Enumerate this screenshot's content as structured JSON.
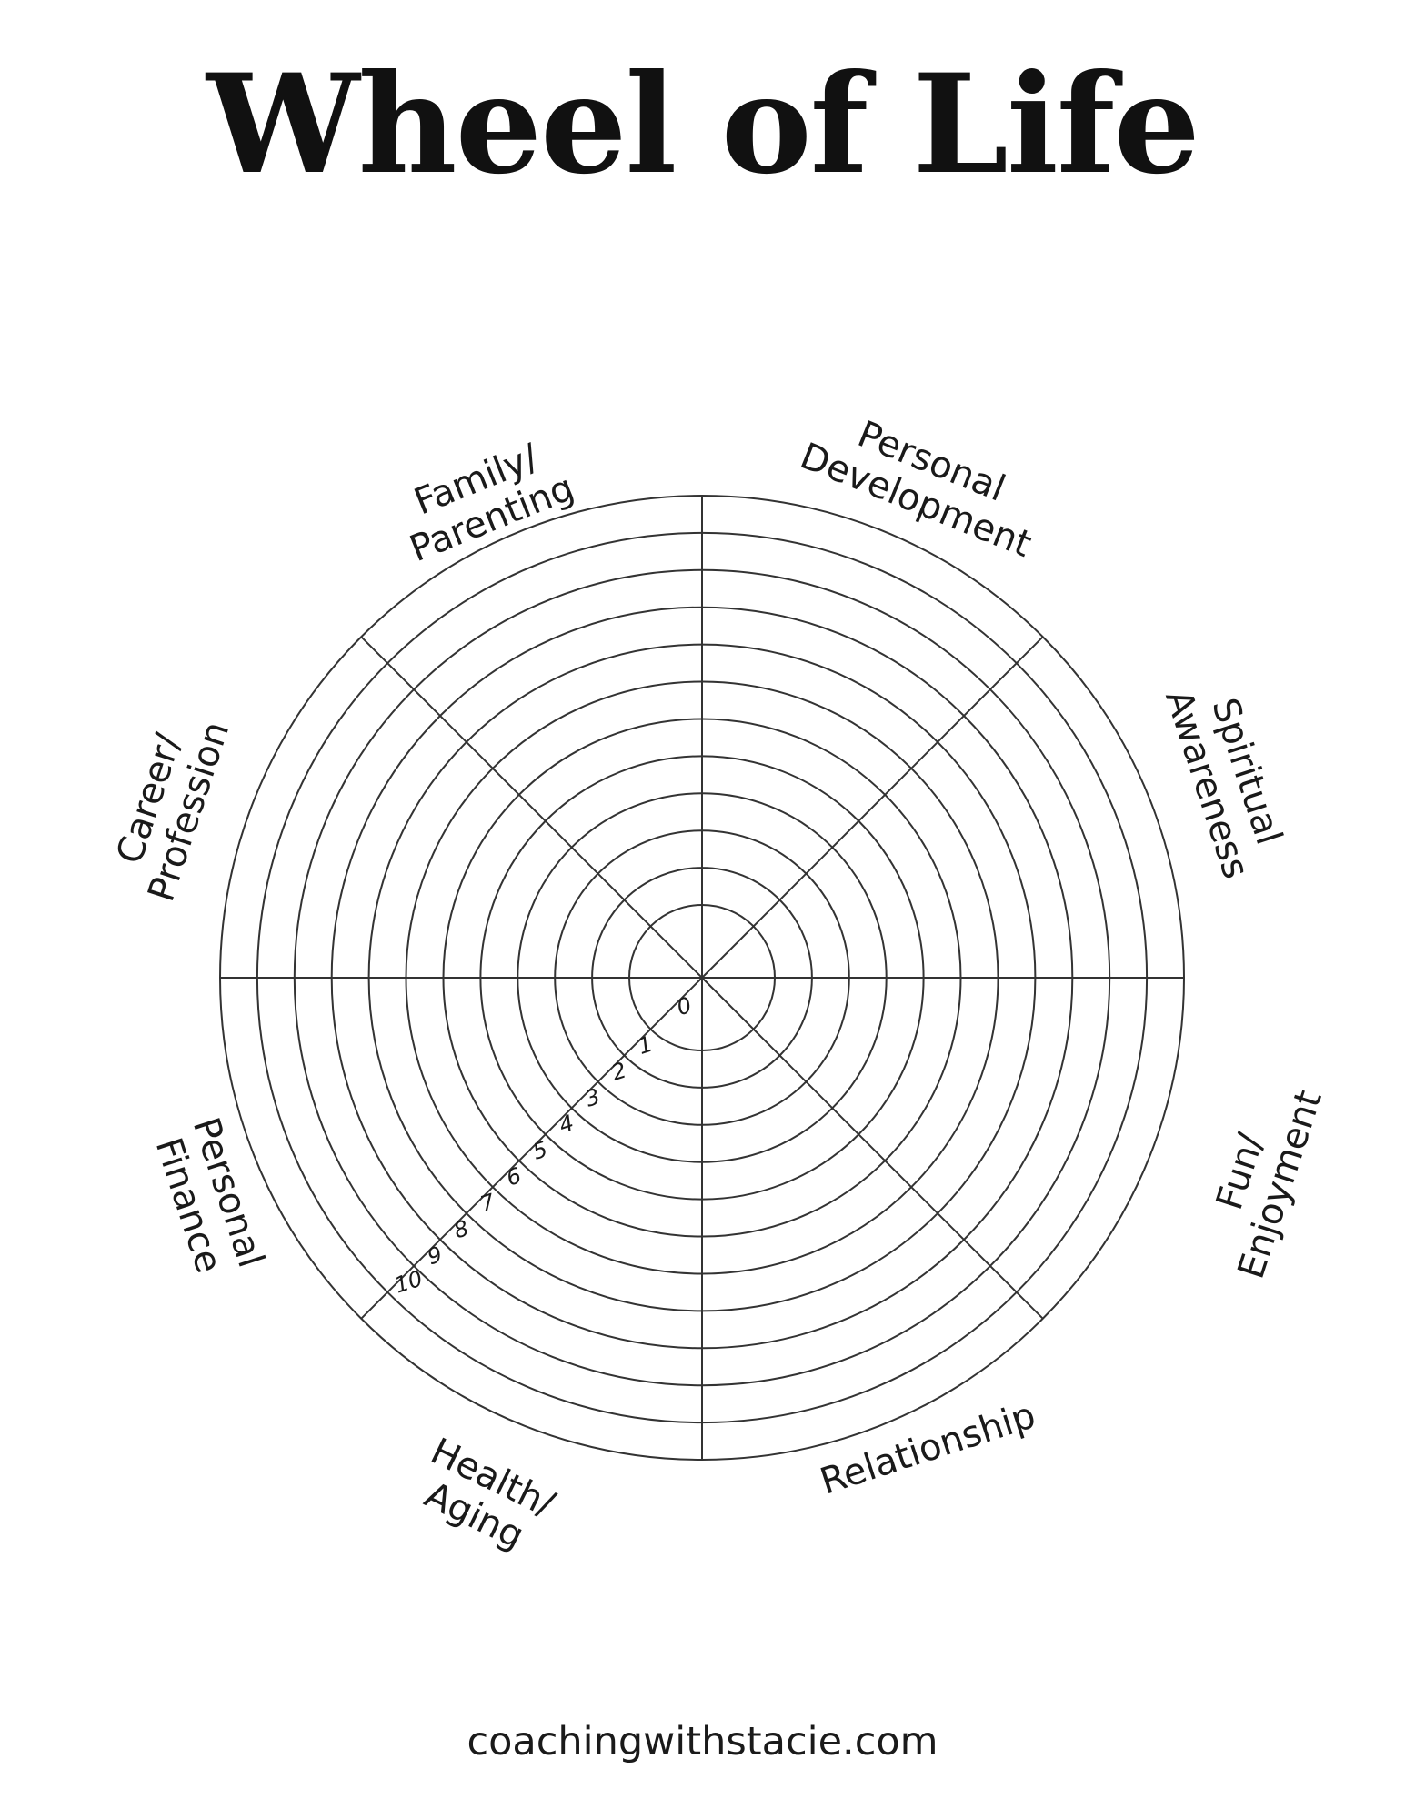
{
  "title": "Wheel of Life",
  "footer": "coachingwithstacie.com",
  "wheel": {
    "scale": [
      "0",
      "1",
      "2",
      "3",
      "4",
      "5",
      "6",
      "7",
      "8",
      "9",
      "10"
    ],
    "areas": [
      {
        "lines": [
          "Family/",
          "Parenting"
        ]
      },
      {
        "lines": [
          "Personal",
          "Development"
        ]
      },
      {
        "lines": [
          "Spiritual",
          "Awareness"
        ]
      },
      {
        "lines": [
          "Fun/",
          "Enjoyment"
        ]
      },
      {
        "lines": [
          "Relationship"
        ]
      },
      {
        "lines": [
          "Health/",
          "Aging"
        ]
      },
      {
        "lines": [
          "Personal",
          "Finance"
        ]
      },
      {
        "lines": [
          "Career/",
          "Profession"
        ]
      }
    ]
  }
}
